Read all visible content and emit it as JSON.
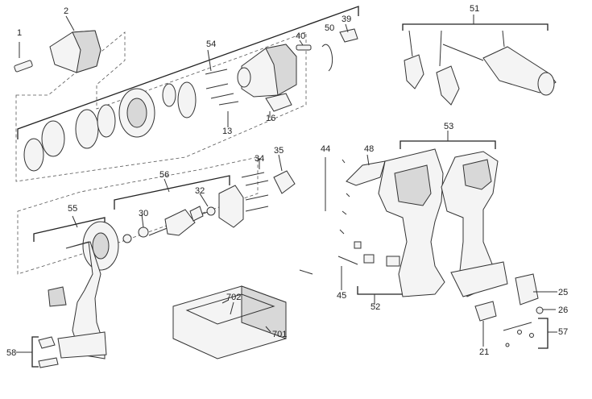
{
  "callouts": [
    {
      "id": "1",
      "label": "1"
    },
    {
      "id": "2",
      "label": "2"
    },
    {
      "id": "13",
      "label": "13"
    },
    {
      "id": "16",
      "label": "16"
    },
    {
      "id": "21",
      "label": "21"
    },
    {
      "id": "25",
      "label": "25"
    },
    {
      "id": "26",
      "label": "26"
    },
    {
      "id": "30",
      "label": "30"
    },
    {
      "id": "32",
      "label": "32"
    },
    {
      "id": "34",
      "label": "34"
    },
    {
      "id": "35",
      "label": "35"
    },
    {
      "id": "39",
      "label": "39"
    },
    {
      "id": "40",
      "label": "40"
    },
    {
      "id": "44",
      "label": "44"
    },
    {
      "id": "45",
      "label": "45"
    },
    {
      "id": "48",
      "label": "48"
    },
    {
      "id": "50",
      "label": "50"
    },
    {
      "id": "51",
      "label": "51"
    },
    {
      "id": "52",
      "label": "52"
    },
    {
      "id": "53",
      "label": "53"
    },
    {
      "id": "54",
      "label": "54"
    },
    {
      "id": "55",
      "label": "55"
    },
    {
      "id": "56",
      "label": "56"
    },
    {
      "id": "57",
      "label": "57"
    },
    {
      "id": "58",
      "label": "58"
    },
    {
      "id": "701",
      "label": "701"
    },
    {
      "id": "702",
      "label": "702"
    }
  ]
}
